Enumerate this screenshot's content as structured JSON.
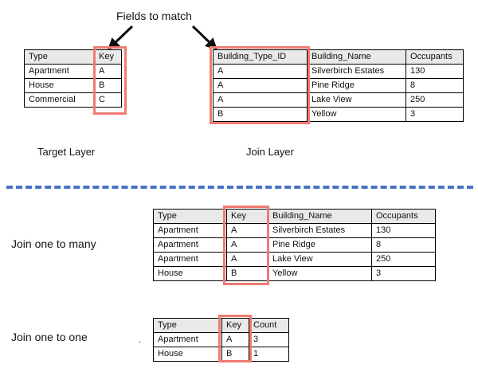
{
  "annotations": {
    "fields_to_match": "Fields to match",
    "target_layer": "Target Layer",
    "join_layer": "Join Layer",
    "join_one_to_many": "Join one to many",
    "join_one_to_one": "Join one to one",
    "stray_dot": "."
  },
  "colors": {
    "highlight": "#ef7b72",
    "divider": "#4a72c4",
    "header_fill": "#e9e9e9",
    "border": "#000000",
    "text": "#151515"
  },
  "tables": {
    "target_layer": {
      "name": "Target Layer",
      "headers": [
        "Type",
        "Key"
      ],
      "highlight_column": "Key",
      "rows": [
        [
          "Apartment",
          "A"
        ],
        [
          "House",
          "B"
        ],
        [
          "Commercial",
          "C"
        ]
      ]
    },
    "join_layer": {
      "name": "Join Layer",
      "headers": [
        "Building_Type_ID",
        "Building_Name",
        "Occupants"
      ],
      "highlight_column": "Building_Type_ID",
      "rows": [
        [
          "A",
          "Silverbirch Estates",
          "130"
        ],
        [
          "A",
          "Pine Ridge",
          "8"
        ],
        [
          "A",
          "Lake View",
          "250"
        ],
        [
          "B",
          "Yellow",
          "3"
        ]
      ]
    },
    "one_to_many": {
      "name": "Join one to many",
      "headers": [
        "Type",
        "Key",
        "Building_Name",
        "Occupants"
      ],
      "highlight_column": "Key",
      "rows": [
        [
          "Apartment",
          "A",
          "Silverbirch Estates",
          "130"
        ],
        [
          "Apartment",
          "A",
          "Pine Ridge",
          "8"
        ],
        [
          "Apartment",
          "A",
          "Lake View",
          "250"
        ],
        [
          "House",
          "B",
          "Yellow",
          "3"
        ]
      ]
    },
    "one_to_one": {
      "name": "Join one to one",
      "headers": [
        "Type",
        "Key",
        "Count"
      ],
      "highlight_column": "Key",
      "rows": [
        [
          "Apartment",
          "A",
          "3"
        ],
        [
          "House",
          "B",
          "1"
        ]
      ]
    }
  },
  "icons": {
    "arrow_left_target": "arrow-down-left-icon",
    "arrow_right_join": "arrow-down-right-icon"
  }
}
